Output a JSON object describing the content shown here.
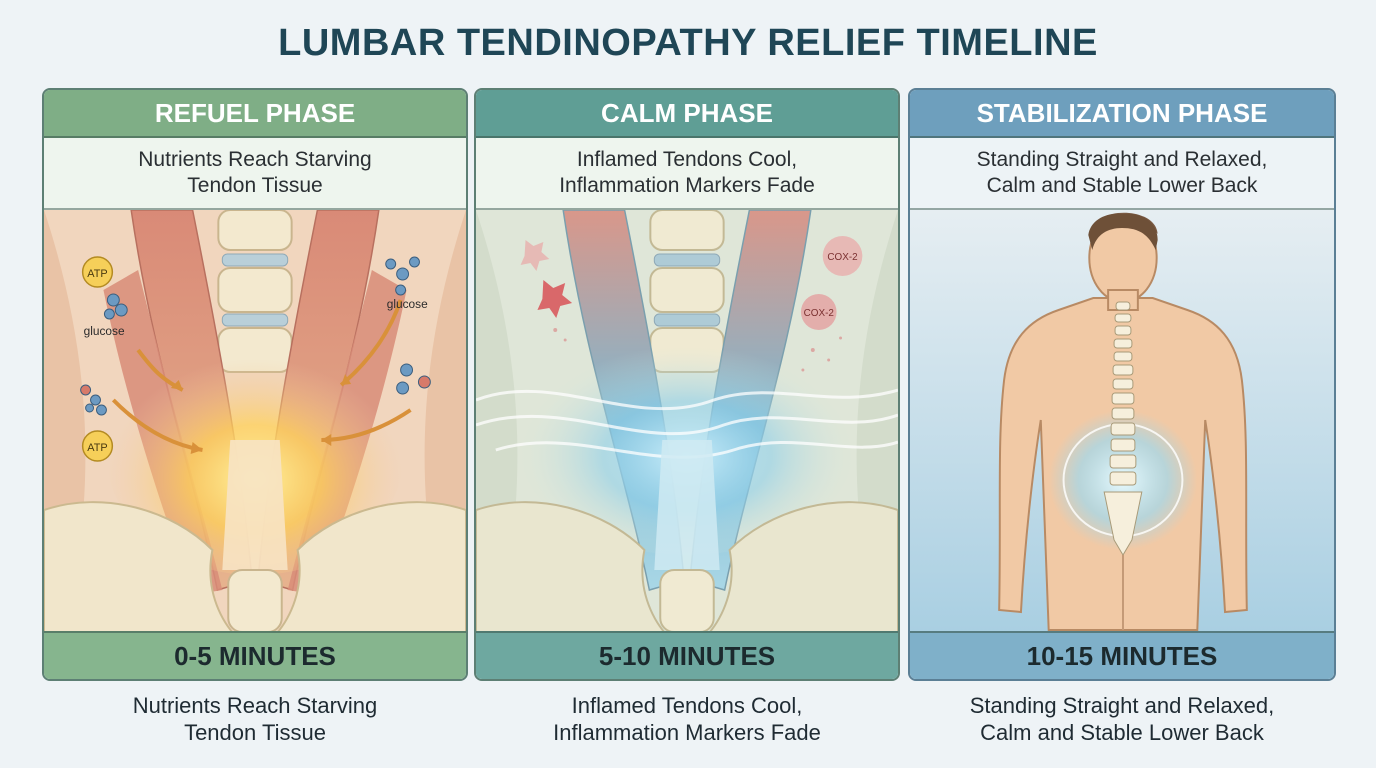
{
  "title": "LUMBAR TENDINOPATHY RELIEF TIMELINE",
  "phases": [
    {
      "name": "REFUEL PHASE",
      "subtitle_line1": "Nutrients Reach Starving",
      "subtitle_line2": "Tendon Tissue",
      "duration": "0-5 MINUTES",
      "caption_line1": "Nutrients Reach Starving",
      "caption_line2": "Tendon Tissue",
      "labels": {
        "atp": "ATP",
        "glucose": "glucose"
      }
    },
    {
      "name": "CALM PHASE",
      "subtitle_line1": "Inflamed Tendons Cool,",
      "subtitle_line2": "Inflammation Markers Fade",
      "duration": "5-10 MINUTES",
      "caption_line1": "Inflamed Tendons Cool,",
      "caption_line2": "Inflammation Markers Fade",
      "labels": {
        "cox": "COX-2"
      }
    },
    {
      "name": "STABILIZATION PHASE",
      "subtitle_line1": "Standing Straight and Relaxed,",
      "subtitle_line2": "Calm and Stable Lower Back",
      "duration": "10-15 MINUTES",
      "caption_line1": "Standing Straight and Relaxed,",
      "caption_line2": "Calm and Stable Lower Back"
    }
  ],
  "colors": {
    "refuel_header": "#7fae86",
    "calm_header": "#5f9e95",
    "stabilization_header": "#6e9fbd",
    "title": "#1f4656"
  }
}
